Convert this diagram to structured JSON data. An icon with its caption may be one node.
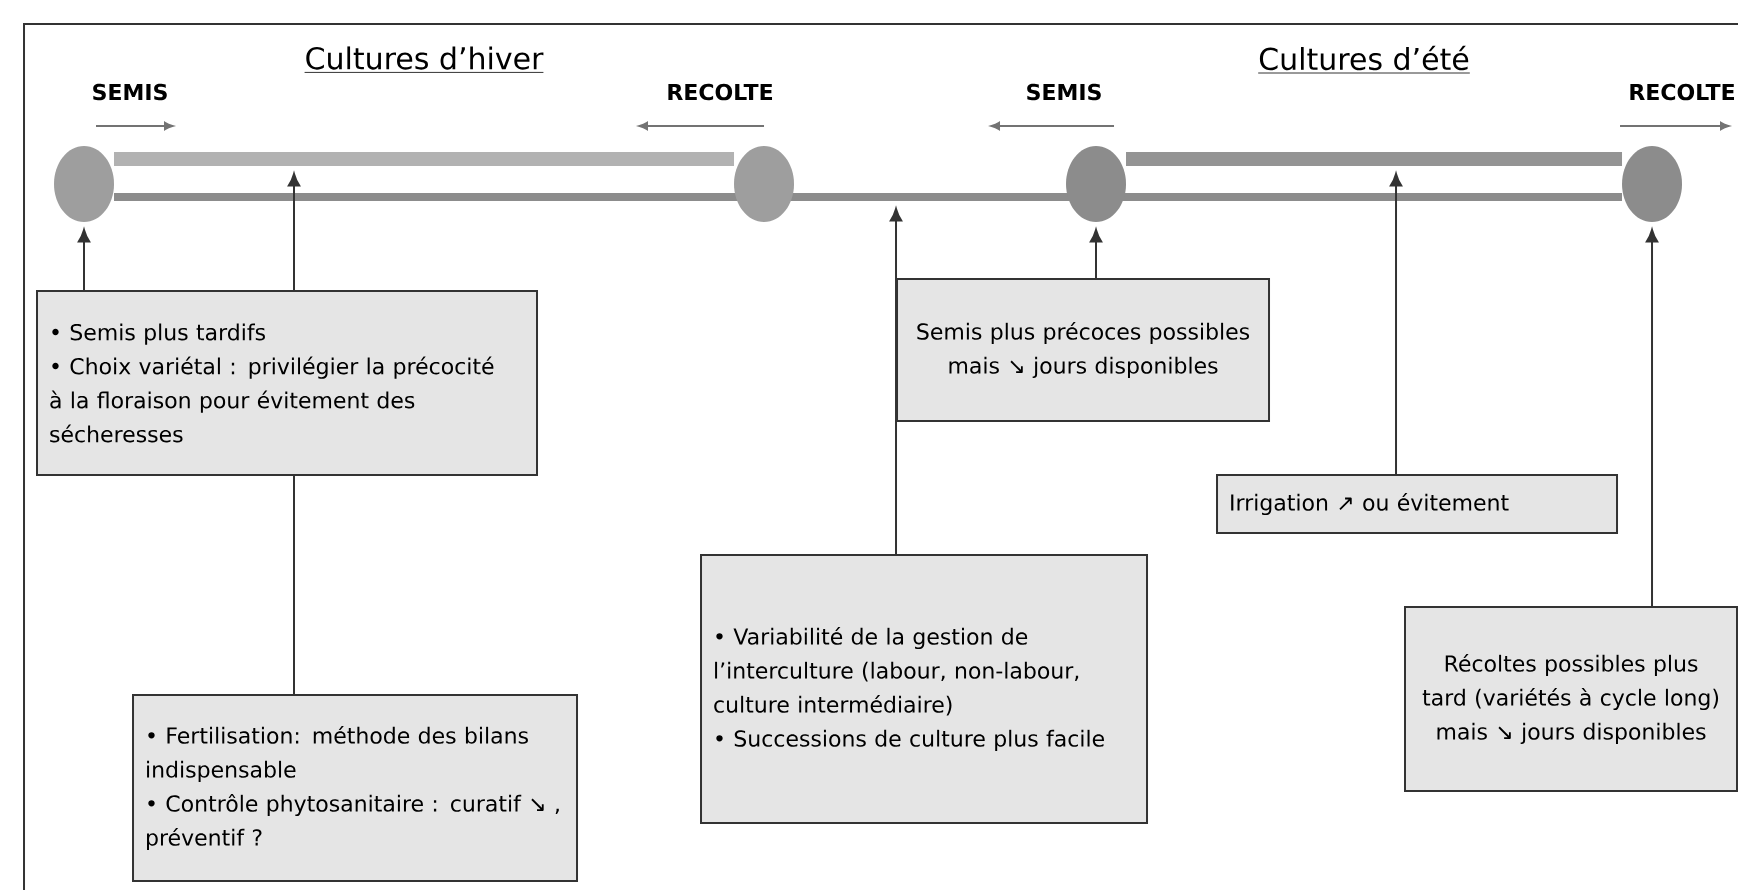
{
  "diagram": {
    "nodes": [
      {
        "text": [
          "• Semis plus tardifs",
          "• Choix variétal : privilégier la précocité à la floraison pour évitement des sécheresses"
        ]
      },
      {
        "text": [
          "• Fertilisation: méthode des bilans  indispensable",
          "• Contrôle phytosanitaire : curatif ↘ , préventif ?"
        ]
      },
      {
        "text": [
          "Semis plus précoces possibles mais ↘ jours disponibles"
        ]
      },
      {
        "text": [
          "• Variabilité de la gestion de l’interculture (labour, non-labour, culture intermédiaire)",
          "• Successions de culture plus facile"
        ]
      },
      {
        "text": [
          "Irrigation ↗ ou évitement"
        ]
      },
      {
        "text": [
          "Récoltes possibles plus tard (variétés à cycle long) mais ↘ jours disponibles"
        ]
      },
      {
        "text": [],
        "shape": "circle"
      },
      {
        "text": [],
        "shape": "bar"
      },
      {
        "text": [],
        "shape": "circle"
      },
      {
        "text": [],
        "shape": "bar"
      },
      {
        "text": [],
        "shape": "circle"
      },
      {
        "text": [],
        "shape": "bar"
      },
      {
        "text": [],
        "shape": "circle"
      }
    ],
    "edges": [
      {
        "from": 0,
        "to": 6,
        "arrow": "to"
      },
      {
        "from": 0,
        "to": 7,
        "arrow": "to"
      },
      {
        "from": 1,
        "to": 0,
        "arrow": "none"
      },
      {
        "from": 3,
        "to": 9,
        "arrow": "to"
      },
      {
        "from": 2,
        "to": 10,
        "arrow": "to"
      },
      {
        "from": 4,
        "to": 11,
        "arrow": "to"
      },
      {
        "from": 5,
        "to": 12,
        "arrow": "to"
      }
    ],
    "labels": [
      "Cultures d’hiver",
      "Cultures d’été",
      "SEMIS",
      "RECOLTE",
      "SEMIS",
      "RECOLTE"
    ]
  }
}
